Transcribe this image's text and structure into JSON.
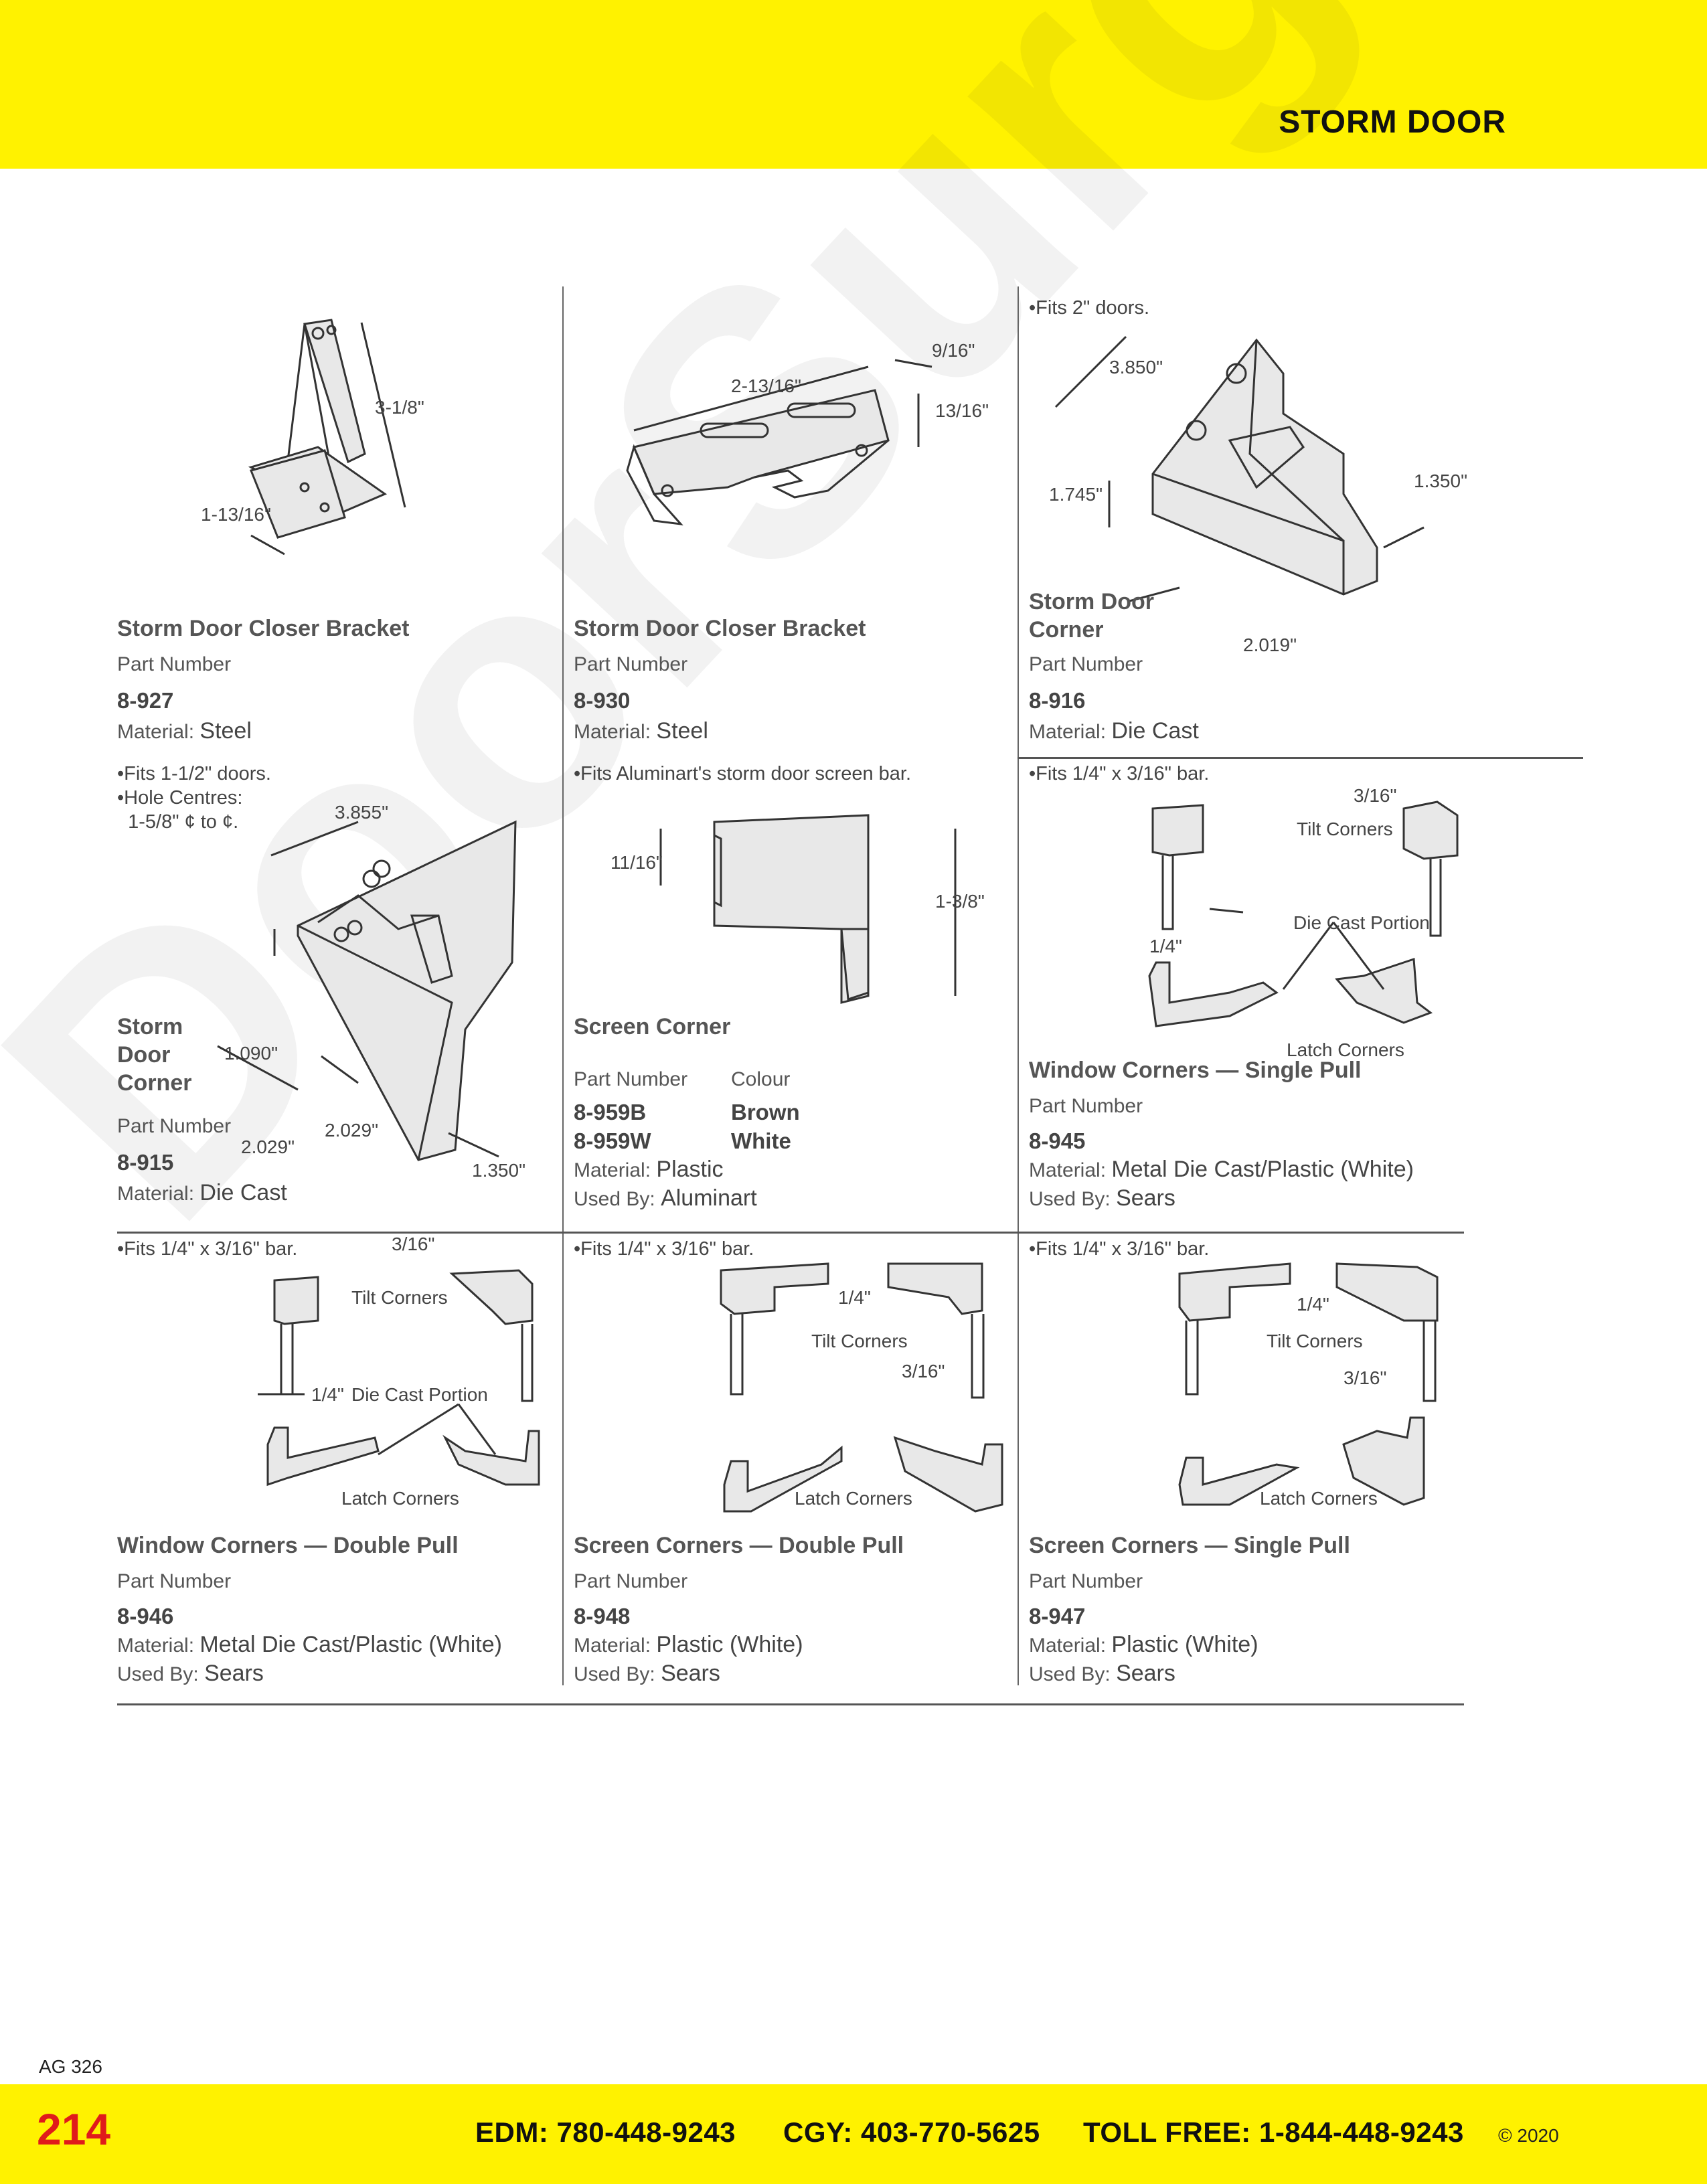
{
  "header": {
    "section": "STORM DOOR"
  },
  "watermark": "DoorSurgeon",
  "labels": {
    "part_number": "Part Number",
    "colour": "Colour",
    "material": "Material:",
    "used_by": "Used By:"
  },
  "products": [
    {
      "title": "Storm Door Closer Bracket",
      "part": "8-927",
      "material": "Steel",
      "dims": [
        "3-1/8\"",
        "1-13/16\""
      ]
    },
    {
      "title": "Storm Door Closer Bracket",
      "part": "8-930",
      "material": "Steel",
      "dims": [
        "2-13/16\"",
        "9/16\"",
        "13/16\""
      ]
    },
    {
      "note": "•Fits 2\" doors.",
      "title_lines": [
        "Storm Door",
        "Corner"
      ],
      "part": "8-916",
      "material": "Die Cast",
      "dims": [
        "3.850\"",
        "1.745\"",
        "1.350\"",
        "2.019\""
      ]
    },
    {
      "note": "•Fits 1-1/2\" doors.\n•Hole Centres:\n  1-5/8\" ¢ to ¢.",
      "title_lines": [
        "Storm",
        "Door",
        "Corner"
      ],
      "part": "8-915",
      "material": "Die Cast",
      "dims": [
        "3.855\"",
        "1.090\"",
        "2.029\"",
        "2.029\"",
        "1.350\""
      ]
    },
    {
      "note": "•Fits Aluminart's storm door screen bar.",
      "title": "Screen Corner",
      "parts": [
        {
          "part": "8-959B",
          "colour": "Brown"
        },
        {
          "part": "8-959W",
          "colour": "White"
        }
      ],
      "material": "Plastic",
      "used_by": "Aluminart",
      "dims": [
        "11/16\"",
        "1-3/8\""
      ]
    },
    {
      "note": "•Fits 1/4\" x 3/16\" bar.",
      "title": "Window Corners — Single Pull",
      "part": "8-945",
      "material": "Metal Die Cast/Plastic (White)",
      "used_by": "Sears",
      "dims": [
        "3/16\"",
        "1/4\""
      ],
      "captions": [
        "Tilt Corners",
        "Die Cast Portion",
        "Latch Corners"
      ]
    },
    {
      "note": "•Fits 1/4\" x 3/16\" bar.",
      "title": "Window Corners — Double Pull",
      "part": "8-946",
      "material": "Metal Die Cast/Plastic (White)",
      "used_by": "Sears",
      "dims": [
        "3/16\"",
        "1/4\""
      ],
      "captions": [
        "Tilt Corners",
        "Die Cast Portion",
        "Latch Corners"
      ]
    },
    {
      "note": "•Fits 1/4\" x 3/16\" bar.",
      "title": "Screen Corners — Double Pull",
      "part": "8-948",
      "material": "Plastic (White)",
      "used_by": "Sears",
      "dims": [
        "1/4\"",
        "3/16\""
      ],
      "captions": [
        "Tilt Corners",
        "Latch Corners"
      ]
    },
    {
      "note": "•Fits 1/4\" x 3/16\" bar.",
      "title": "Screen Corners — Single Pull",
      "part": "8-947",
      "material": "Plastic (White)",
      "used_by": "Sears",
      "dims": [
        "1/4\"",
        "3/16\""
      ],
      "captions": [
        "Tilt Corners",
        "Latch Corners"
      ]
    }
  ],
  "footer": {
    "ag": "AG 326",
    "page": "214",
    "edm": "EDM: 780-448-9243",
    "cgy": "CGY: 403-770-5625",
    "toll_free": "TOLL FREE: 1-844-448-9243",
    "copyright": "© 2020"
  }
}
